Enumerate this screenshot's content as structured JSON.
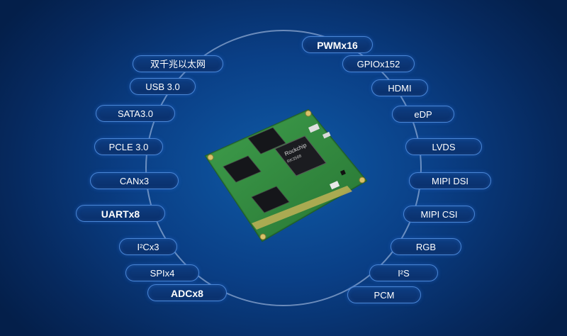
{
  "left_labels": [
    {
      "text": "双千兆以太网"
    },
    {
      "text": "USB 3.0"
    },
    {
      "text": "SATA3.0"
    },
    {
      "text": "PCLE 3.0"
    },
    {
      "text": "CANx3"
    },
    {
      "text": "UARTx8"
    },
    {
      "text": "I²Cx3"
    },
    {
      "text": "SPIx4"
    },
    {
      "text": "ADCx8"
    }
  ],
  "right_labels": [
    {
      "text": "PWMx16"
    },
    {
      "text": "GPIOx152"
    },
    {
      "text": "HDMI"
    },
    {
      "text": "eDP"
    },
    {
      "text": "LVDS"
    },
    {
      "text": "MIPI DSI"
    },
    {
      "text": "MIPI CSI"
    },
    {
      "text": "RGB"
    },
    {
      "text": "I²S"
    },
    {
      "text": "PCM"
    }
  ],
  "board": {
    "chip_brand": "Rockchip",
    "chip_model": "RK3568"
  },
  "colors": {
    "background": "#0a3f86",
    "pill_border": "#4a86d6",
    "pcb": "#2f8a3c"
  }
}
